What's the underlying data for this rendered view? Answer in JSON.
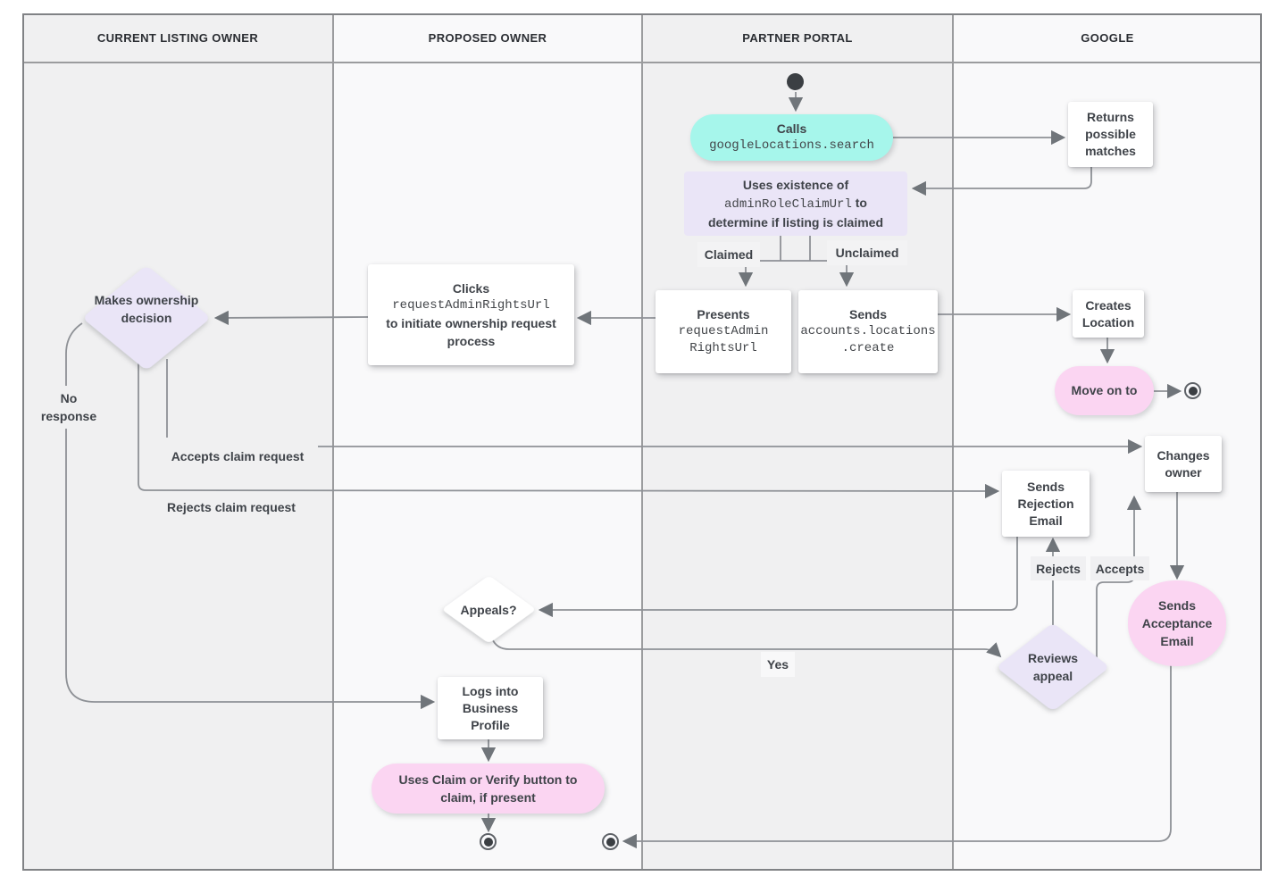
{
  "diagram": {
    "lanes": [
      {
        "label": "CURRENT LISTING OWNER"
      },
      {
        "label": "PROPOSED OWNER"
      },
      {
        "label": "PARTNER PORTAL"
      },
      {
        "label": "GOOGLE"
      }
    ],
    "nodes": {
      "calls": {
        "title": "Calls",
        "code": "googleLocations.search"
      },
      "returns_matches": {
        "text": "Returns possible matches"
      },
      "uses_existence": {
        "line1": "Uses existence of",
        "code": "adminRoleClaimUrl",
        "after_code": "to",
        "line2": "determine if listing is claimed"
      },
      "presents": {
        "title": "Presents",
        "code_lines": [
          "requestAdmin",
          "RightsUrl"
        ]
      },
      "sends_create": {
        "title": "Sends",
        "code_lines": [
          "accounts.locations",
          ".create"
        ]
      },
      "clicks": {
        "title": "Clicks",
        "code": "requestAdminRightsUrl",
        "text": "to initiate ownership request process"
      },
      "makes_decision": {
        "text": "Makes ownership decision"
      },
      "creates_location": {
        "text": "Creates Location"
      },
      "move_on": {
        "text": "Move on to"
      },
      "changes_owner": {
        "text": "Changes owner"
      },
      "sends_rejection": {
        "text": "Sends Rejection Email"
      },
      "appeals": {
        "text": "Appeals?"
      },
      "reviews_appeal": {
        "text": "Reviews appeal"
      },
      "sends_acceptance": {
        "text": "Sends Acceptance Email"
      },
      "logs_in": {
        "text": "Logs into Business Profile"
      },
      "uses_claim": {
        "text": "Uses Claim or Verify button to claim, if present"
      }
    },
    "edge_labels": {
      "claimed": "Claimed",
      "unclaimed": "Unclaimed",
      "no_response": "No response",
      "accepts_claim": "Accepts claim request",
      "rejects_claim": "Rejects claim request",
      "yes": "Yes",
      "rejects": "Rejects",
      "accepts": "Accepts"
    },
    "colors": {
      "cyan_action": "#a6f6eb",
      "lavender_decision": "#eae5f7",
      "pink_terminal": "#fbd5f2",
      "node_white": "#ffffff",
      "lane_gray": "#f0f0f1",
      "lane_light": "#f9f9fa",
      "connector_gray": "#8e9196",
      "text_dark": "#3f4349"
    }
  }
}
